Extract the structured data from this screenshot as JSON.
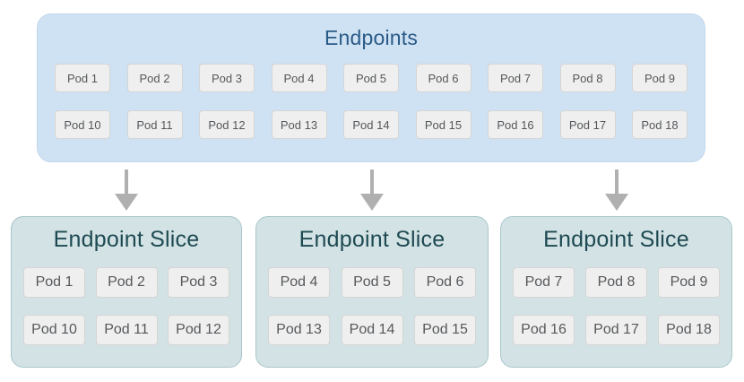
{
  "diagram": {
    "endpoints": {
      "title": "Endpoints",
      "rows": [
        [
          "Pod 1",
          "Pod 2",
          "Pod 3",
          "Pod 4",
          "Pod 5",
          "Pod 6",
          "Pod 7",
          "Pod 8",
          "Pod 9"
        ],
        [
          "Pod 10",
          "Pod 11",
          "Pod 12",
          "Pod 13",
          "Pod 14",
          "Pod 15",
          "Pod 16",
          "Pod 17",
          "Pod 18"
        ]
      ]
    },
    "slices": [
      {
        "title": "Endpoint Slice",
        "rows": [
          [
            "Pod 1",
            "Pod 2",
            "Pod 3"
          ],
          [
            "Pod 10",
            "Pod 11",
            "Pod 12"
          ]
        ]
      },
      {
        "title": "Endpoint Slice",
        "rows": [
          [
            "Pod 4",
            "Pod 5",
            "Pod 6"
          ],
          [
            "Pod 13",
            "Pod 14",
            "Pod 15"
          ]
        ]
      },
      {
        "title": "Endpoint Slice",
        "rows": [
          [
            "Pod 7",
            "Pod 8",
            "Pod 9"
          ],
          [
            "Pod 16",
            "Pod 17",
            "Pod 18"
          ]
        ]
      }
    ],
    "icons": {
      "connector": "down-arrow-icon"
    },
    "colors": {
      "endpoints_fill": "#cfe2f3",
      "endpoints_title": "#2a5a87",
      "slice_fill": "#d3e2e4",
      "slice_border": "#a9c7cb",
      "slice_title": "#1d4a52",
      "pod_fill": "#efefef",
      "pod_border": "#d5d5d5",
      "pod_text": "#55585b",
      "arrow": "#b0b0b0"
    }
  }
}
